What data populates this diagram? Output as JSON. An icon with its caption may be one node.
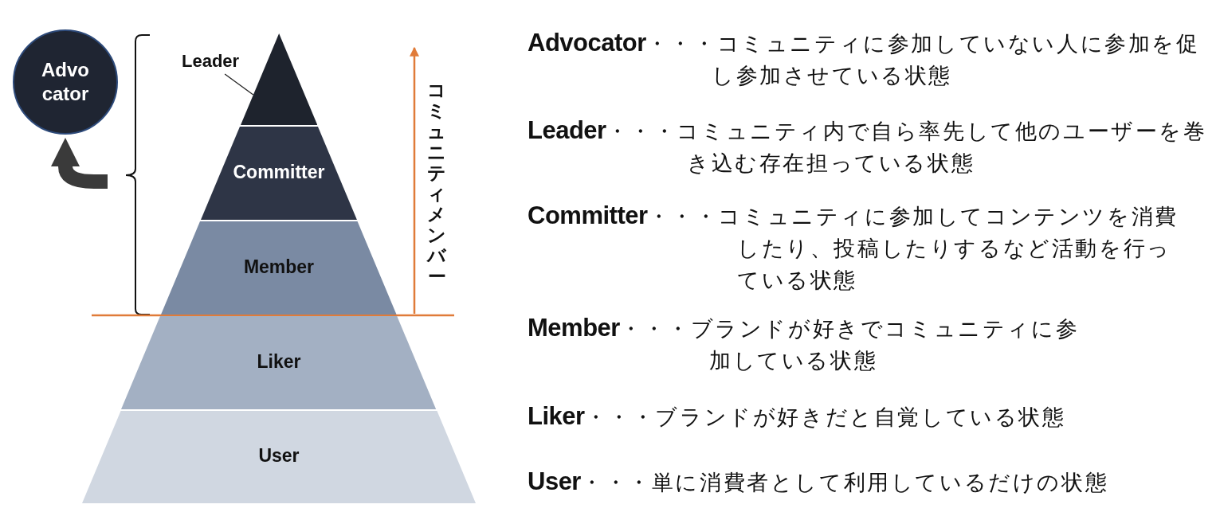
{
  "diagram": {
    "nodes": [
      {
        "text": [
          "Advo cator"
        ]
      },
      {
        "text": [
          "Leader"
        ]
      },
      {
        "text": [],
        "shape": "triangle"
      },
      {
        "text": [
          "Committer"
        ]
      },
      {
        "text": [
          "Member"
        ]
      },
      {
        "text": [
          "Liker"
        ]
      },
      {
        "text": [
          "User"
        ]
      }
    ],
    "edges": [
      {
        "from": null,
        "to": 0,
        "arrow": "to",
        "style": "thick"
      },
      {
        "from": 1,
        "to": 2,
        "arrow": "none"
      }
    ],
    "labels": [
      "コミュニティメンバー",
      "**Advocator**・・・コミュニティに参加していない人に参加を促し参加させている状態",
      "**Leader**・・・コミュニティ内で自ら率先して他のユーザーを巻き込む存在担っている状態",
      "**Committer**・・・コミュニティに参加してコンテンツを消費したり、投稿したりするなど活動を行っている状態",
      "**Member**・・・ブランドが好きでコミュニティに参加している状態",
      "**Liker**・・・ブランドが好きだと自覚している状態",
      "**User**・・・単に消費者として利用しているだけの状態"
    ]
  }
}
